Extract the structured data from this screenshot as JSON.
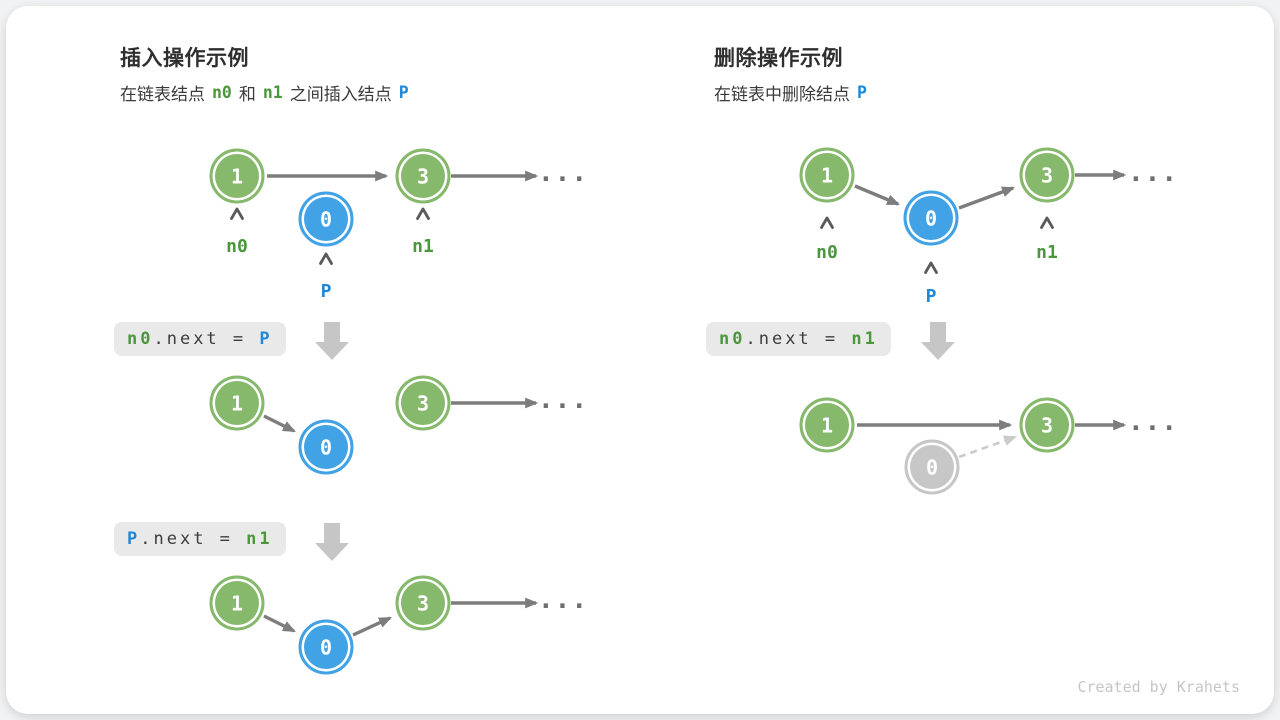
{
  "watermark": "Created by Krahets",
  "ellipsis": "...",
  "colors": {
    "node_green": "#86b96b",
    "node_blue": "#41a3e6",
    "node_ghost": "#c7c7c7",
    "green_text": "#4c963e",
    "blue_text": "#1e87d7",
    "arrow_gray": "#7d7d7d",
    "dashed_gray": "#cbcbcb",
    "code_bg": "#e9e9e9",
    "block_arrow": "#c6c6c6"
  },
  "node_values": {
    "first": "1",
    "third": "3",
    "p": "0"
  },
  "pointers": {
    "n0": "n0",
    "n1": "n1",
    "p": "P"
  },
  "insert": {
    "title": "插入操作示例",
    "subtitle": {
      "t1": "在链表结点",
      "c1": "n0",
      "t2": "和",
      "c2": "n1",
      "t3": "之间插入结点",
      "c3": "P"
    },
    "code1": {
      "lhs": "n0",
      "mid": ".next = ",
      "rhs": "P"
    },
    "code2": {
      "lhs": "P",
      "mid": ".next = ",
      "rhs": "n1"
    }
  },
  "delete": {
    "title": "删除操作示例",
    "subtitle": {
      "t1": "在链表中删除结点",
      "c1": "P"
    },
    "code": {
      "lhs": "n0",
      "mid": ".next = ",
      "rhs": "n1"
    }
  }
}
